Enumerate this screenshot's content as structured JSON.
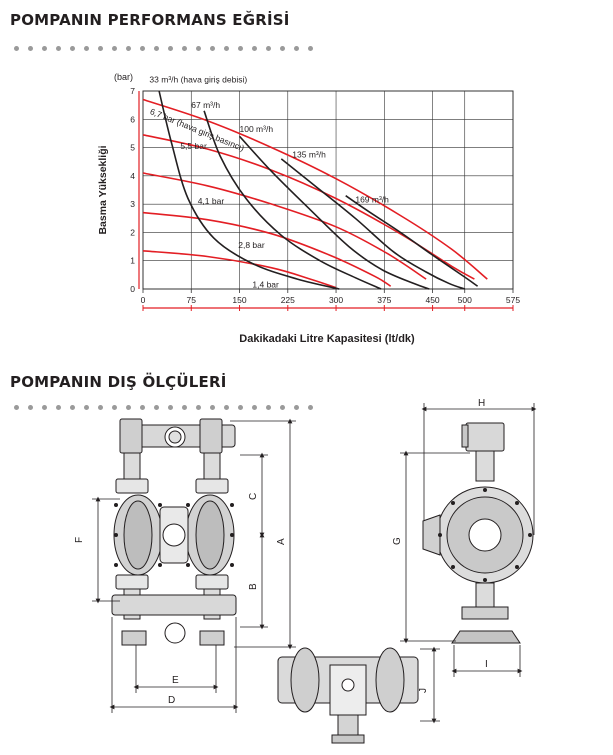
{
  "colors": {
    "accent": "#8dc63f",
    "red_curve": "#e31e24",
    "black_curve": "#231f20",
    "grid": "#333333"
  },
  "sections": {
    "performance_title": "POMPANIN PERFORMANS EĞRİSİ",
    "dimensions_title": "POMPANIN DIŞ ÖLÇÜLERİ"
  },
  "chart_data": {
    "type": "line",
    "title": "",
    "xlabel": "Dakikadaki Litre Kapasitesi (lt/dk)",
    "ylabel": "Basma Yüksekliği",
    "y_unit": "(bar)",
    "xlim": [
      0,
      575
    ],
    "ylim": [
      0,
      7
    ],
    "x_ticks": [
      "0",
      "75",
      "150",
      "225",
      "300",
      "375",
      "450",
      "500",
      "575"
    ],
    "y_ticks": [
      "0",
      "1",
      "2",
      "3",
      "4",
      "5",
      "6",
      "7"
    ],
    "grid": true,
    "red_series": [
      {
        "name": "6,7 bar (hava giriş basıncı)",
        "points": [
          [
            0,
            6.7
          ],
          [
            100,
            5.95
          ],
          [
            200,
            5.0
          ],
          [
            300,
            3.9
          ],
          [
            400,
            2.6
          ],
          [
            480,
            1.4
          ],
          [
            535,
            0.35
          ]
        ]
      },
      {
        "name": "5,5 bar",
        "points": [
          [
            0,
            5.45
          ],
          [
            100,
            4.95
          ],
          [
            200,
            4.2
          ],
          [
            300,
            3.2
          ],
          [
            400,
            1.95
          ],
          [
            480,
            0.8
          ],
          [
            515,
            0.35
          ]
        ]
      },
      {
        "name": "4,1 bar",
        "points": [
          [
            0,
            4.1
          ],
          [
            100,
            3.65
          ],
          [
            200,
            3.0
          ],
          [
            300,
            2.2
          ],
          [
            380,
            1.25
          ],
          [
            440,
            0.35
          ]
        ]
      },
      {
        "name": "2,8 bar",
        "points": [
          [
            0,
            2.7
          ],
          [
            100,
            2.45
          ],
          [
            200,
            1.95
          ],
          [
            290,
            1.2
          ],
          [
            360,
            0.45
          ],
          [
            385,
            0.1
          ]
        ]
      },
      {
        "name": "1,4 bar",
        "points": [
          [
            0,
            1.35
          ],
          [
            100,
            1.15
          ],
          [
            200,
            0.75
          ],
          [
            260,
            0.35
          ],
          [
            300,
            0.05
          ]
        ]
      }
    ],
    "black_series": [
      {
        "name": "33 m³/h (hava giriş debisi)",
        "points": [
          [
            25,
            7.0
          ],
          [
            45,
            5.1
          ],
          [
            70,
            3.2
          ],
          [
            110,
            1.8
          ],
          [
            170,
            0.9
          ],
          [
            240,
            0.35
          ],
          [
            305,
            0.0
          ]
        ]
      },
      {
        "name": "67 m³/h",
        "points": [
          [
            95,
            6.3
          ],
          [
            120,
            4.7
          ],
          [
            160,
            3.2
          ],
          [
            215,
            1.9
          ],
          [
            275,
            1.0
          ],
          [
            330,
            0.4
          ],
          [
            370,
            0.0
          ]
        ]
      },
      {
        "name": "100 m³/h",
        "points": [
          [
            150,
            5.4
          ],
          [
            200,
            4.15
          ],
          [
            260,
            2.8
          ],
          [
            320,
            1.5
          ],
          [
            370,
            0.7
          ],
          [
            420,
            0.2
          ],
          [
            445,
            0.0
          ]
        ]
      },
      {
        "name": "135 m³/h",
        "points": [
          [
            215,
            4.6
          ],
          [
            270,
            3.6
          ],
          [
            330,
            2.5
          ],
          [
            390,
            1.3
          ],
          [
            440,
            0.6
          ],
          [
            475,
            0.2
          ],
          [
            500,
            0.0
          ]
        ]
      },
      {
        "name": "169 m³/h",
        "points": [
          [
            315,
            3.3
          ],
          [
            350,
            2.75
          ],
          [
            400,
            2.0
          ],
          [
            450,
            1.2
          ],
          [
            495,
            0.5
          ],
          [
            520,
            0.1
          ]
        ]
      }
    ],
    "curve_labels": [
      {
        "text": "33 m³/h (hava giriş debisi)",
        "x": 10,
        "y": 7.3
      },
      {
        "text": "67 m³/h",
        "x": 75,
        "y": 6.4
      },
      {
        "text": "6,7 bar (hava giriş basıncı)",
        "x": 10,
        "y": 6.2,
        "rotate": 22
      },
      {
        "text": "100 m³/h",
        "x": 150,
        "y": 5.55
      },
      {
        "text": "5,5 bar",
        "x": 58,
        "y": 4.95
      },
      {
        "text": "135 m³/h",
        "x": 232,
        "y": 4.65
      },
      {
        "text": "4,1 bar",
        "x": 85,
        "y": 3.0
      },
      {
        "text": "169 m³/h",
        "x": 330,
        "y": 3.05
      },
      {
        "text": "2,8 bar",
        "x": 148,
        "y": 1.45
      },
      {
        "text": "1,4 bar",
        "x": 170,
        "y": 0.05
      }
    ]
  },
  "dimensions": {
    "labels": {
      "H": "H",
      "G": "G",
      "A": "A",
      "B": "B",
      "C": "C",
      "D": "D",
      "E": "E",
      "F": "F",
      "I": "I",
      "J": "J"
    }
  }
}
